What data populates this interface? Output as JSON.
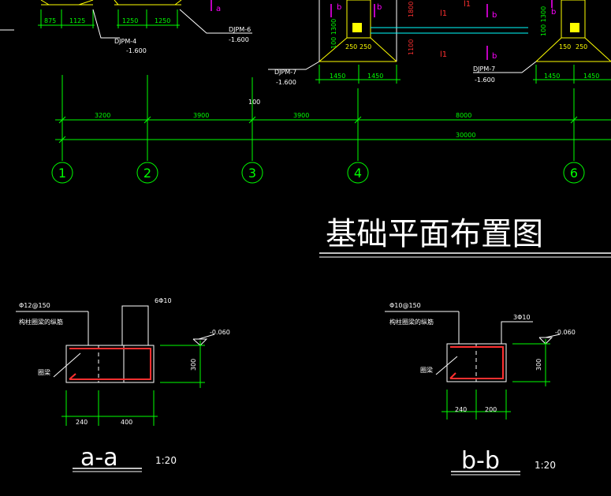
{
  "colors": {
    "background": "#000000",
    "dimension": "#00ff00",
    "outline": "#ffffff",
    "footing": "#ffff00",
    "tag": "#ff00ff",
    "rebar": "#ff3030",
    "beam": "#00ffff",
    "axis": "#00ff00"
  },
  "plan": {
    "title": "基础平面布置图",
    "axis_labels": [
      "1",
      "2",
      "3",
      "4",
      "6"
    ],
    "span_dims": [
      "3200",
      "3900",
      "3900",
      "8000"
    ],
    "total_dim": "30000",
    "small_dim": "100",
    "top_dims_left": [
      "875",
      "1125",
      "1250",
      "1250"
    ],
    "top_dims_right": [
      "1450",
      "1450",
      "1450",
      "1450"
    ],
    "footing_labels": [
      {
        "name": "DJPM-4",
        "elev": "-1.600"
      },
      {
        "name": "DJPM-6",
        "elev": "-1.600"
      },
      {
        "name": "DJPM-7",
        "elev": "-1.600"
      },
      {
        "name": "DJPM-7",
        "elev": "-1.600"
      }
    ],
    "section_tags": [
      "a",
      "b",
      "b",
      "b",
      "b",
      "b"
    ],
    "beam_tags": [
      "l1",
      "l1",
      "l1"
    ],
    "vertical_dims": [
      "1800",
      "100 1300",
      "100 1300",
      "1100"
    ],
    "pedestal_dims": [
      "250",
      "250",
      "150",
      "250"
    ]
  },
  "section_a": {
    "rebar_side": "Φ12@150",
    "rebar_side_note": "构柱圈梁的纵筋",
    "rebar_top": "6Φ10",
    "beam_label": "圈梁",
    "elev": "-0.060",
    "height": "300",
    "widths": [
      "240",
      "400"
    ],
    "title": "a-a",
    "scale": "1:20"
  },
  "section_b": {
    "rebar_side": "Φ10@150",
    "rebar_side_note": "构柱圈梁的纵筋",
    "rebar_top": "3Φ10",
    "beam_label": "圈梁",
    "elev": "-0.060",
    "height": "300",
    "widths": [
      "240",
      "200"
    ],
    "title": "b-b",
    "scale": "1:20"
  }
}
